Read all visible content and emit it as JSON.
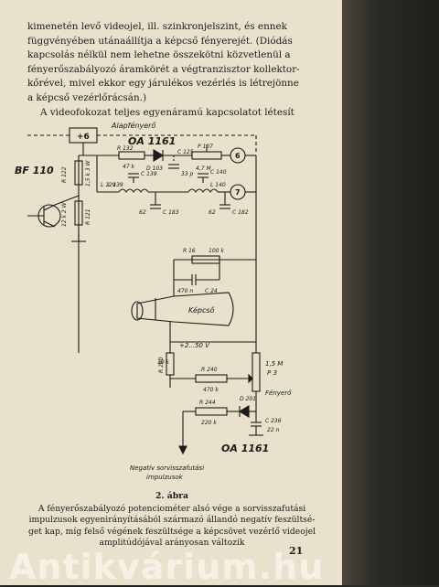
{
  "text_lines": [
    "kimenetén levő videojel, ill. szinkronjelszint, és ennek",
    "függvényében utánaállítja a képcső fényerejét. (Diódás",
    "kapcsolás nélkül nem lehetne összekötni közvetlenül a",
    "fényerőszabályozó áramkörét a végtranzisztor kollektor-",
    "kőrével, mivel ekkor egy járulékos vezérlés is létrejönne",
    "a képcső vezérlőrácsán.)",
    "A videofokozat teljes egyenáramú kapcsolatot létesít"
  ],
  "diagram": {
    "labels": {
      "alapfenyero": "Alapfényerő",
      "plus6": "+6",
      "bf110": "BF 110",
      "oa1161_top": "OA 1161",
      "r132": "R 132",
      "r132_val": "47 k",
      "d103": "D 103",
      "c125": "C 125",
      "c125_val": "33 p",
      "p107": "P 107",
      "p107_val": "4,7 M",
      "node6": "6",
      "node7": "7",
      "l139": "L 139",
      "c139": "C 139",
      "l140": "L 140",
      "c140": "C 140",
      "c183": "C 183",
      "c182": "C 182",
      "val62a": "62",
      "val62b": "62",
      "r122": "R 122",
      "r122_val": "1,5 k 3 W",
      "l129": "L 129",
      "r121": "R 121",
      "r121_val": "12 k 2 W",
      "r16": "R 16",
      "r16_val": "100 k",
      "c24": "C 24",
      "c24_val": "470 n",
      "kepcso": "Képcső",
      "r260": "R 260",
      "r260_val": "10 k",
      "voltage": "+2...50 V",
      "p3": "P 3",
      "p3_val": "1,5 M",
      "fenyero": "Fényerő",
      "r240": "R 240",
      "r240_val": "470 k",
      "r244": "R 244",
      "r244_val": "220 k",
      "d201": "D 201",
      "c236": "C 236",
      "c236_val": "22 n",
      "oa1161_bottom": "OA 1161",
      "neg1": "Negatív sorvisszafutási",
      "neg2": "impulzusok"
    }
  },
  "caption": {
    "title": "2. ábra",
    "lines": [
      "A fényerőszabályozó potenciométer alsó vége a sorvisszafutási",
      "impulzusok egyenirányításából származó állandó negatív feszültsé-",
      "get kap, míg felső végének feszültsége a képcsövet vezérlő videojel",
      "amplitúdójával arányosan változik"
    ]
  },
  "page_number": "21",
  "watermark": "Antikvárium.hu"
}
